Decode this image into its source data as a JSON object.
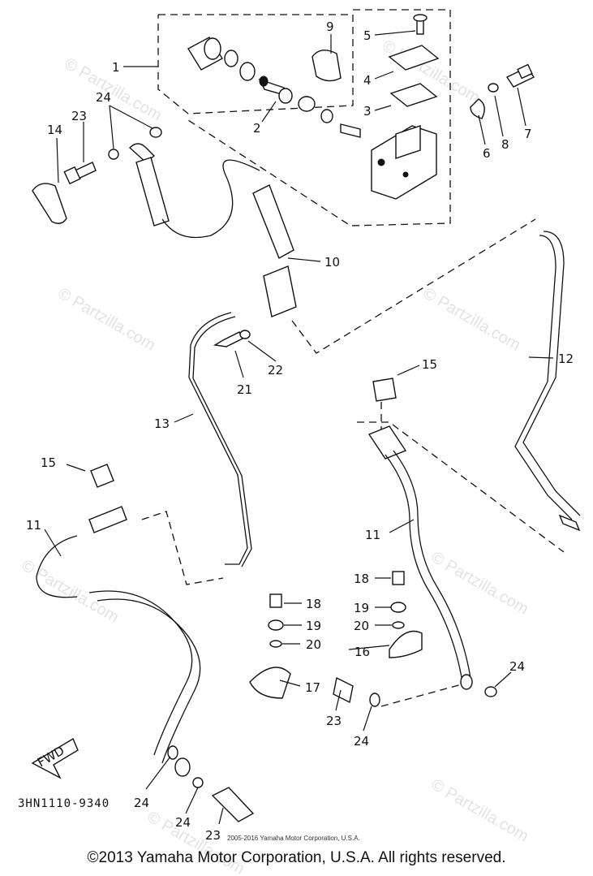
{
  "watermarks": [
    "© Partzilla.com",
    "© Partzilla.com",
    "© Partzilla.com",
    "© Partzilla.com",
    "© Partzilla.com",
    "© Partzilla.com",
    "© Partzilla.com",
    "© Partzilla.com"
  ],
  "callouts": {
    "c1": "1",
    "c2": "2",
    "c3": "3",
    "c4": "4",
    "c5": "5",
    "c6": "6",
    "c7": "7",
    "c8": "8",
    "c9": "9",
    "c10": "10",
    "c11a": "11",
    "c11b": "11",
    "c12": "12",
    "c13": "13",
    "c14": "14",
    "c15a": "15",
    "c15b": "15",
    "c16": "16",
    "c17": "17",
    "c18a": "18",
    "c18b": "18",
    "c19a": "19",
    "c19b": "19",
    "c20a": "20",
    "c20b": "20",
    "c21": "21",
    "c22": "22",
    "c23a": "23",
    "c23b": "23",
    "c23c": "23",
    "c24a": "24",
    "c24b": "24",
    "c24c": "24",
    "c24d": "24",
    "c24e": "24"
  },
  "fwd_label": "FWD",
  "drawing_number": "3HN1110-9340",
  "small_copyright": "2005-2016 Yamaha Motor Corporation, U.S.A.",
  "copyright": "©2013 Yamaha Motor Corporation, U.S.A. All rights reserved."
}
